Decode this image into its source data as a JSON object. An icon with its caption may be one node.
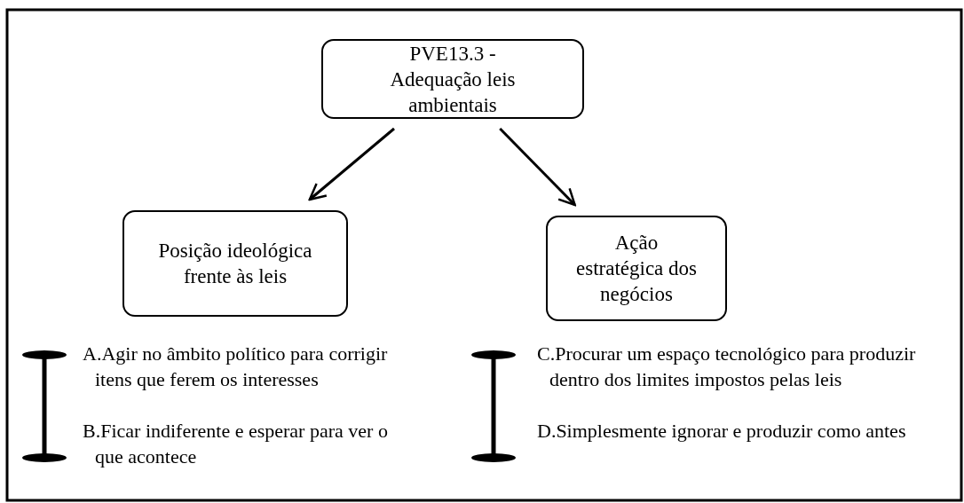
{
  "diagram": {
    "nodes": [
      {
        "text": [
          "PVE13.3 - Adequação leis ambientais"
        ]
      },
      {
        "text": [
          "Posição ideológica frente às leis"
        ]
      },
      {
        "text": [
          "Ação estratégica dos negócios"
        ]
      }
    ],
    "edges": [
      {
        "from": 0,
        "to": 1,
        "arrow": "to"
      },
      {
        "from": 0,
        "to": 2,
        "arrow": "to"
      }
    ],
    "labels": [
      "A.Agir no âmbito político para corrigir itens que ferem os interesses",
      "B.Ficar indiferente e esperar para ver o que acontece",
      "C.Procurar um espaço tecnológico para produzir dentro dos limites impostos pelas leis",
      "D.Simplesmente ignorar e produzir como antes"
    ]
  }
}
